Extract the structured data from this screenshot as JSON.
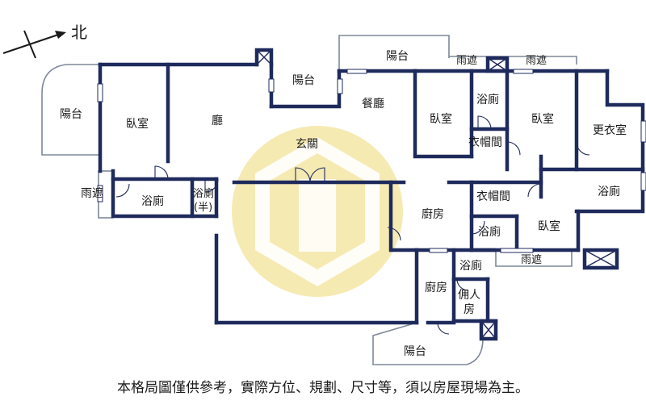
{
  "compass": {
    "label": "北"
  },
  "rooms": {
    "balcony_west": "陽台",
    "bedroom_1": "臥室",
    "living_room": "廳",
    "balcony_center": "陽台",
    "balcony_top": "陽台",
    "awning_top_1": "雨遮",
    "awning_top_2": "雨遮",
    "dining_room": "餐廳",
    "bedroom_2": "臥室",
    "bath_top": "浴廁",
    "bedroom_3": "臥室",
    "dressing_room": "更衣室",
    "closet_top": "衣帽間",
    "entrance": "玄關",
    "awning_left": "雨遮",
    "bath_left": "浴廁",
    "half_bath": "浴廁",
    "half_bath_note": "(半)",
    "kitchen_main": "廚房",
    "closet_mid": "衣帽間",
    "bath_right": "浴廁",
    "bath_mid": "浴廁",
    "bedroom_4": "臥室",
    "awning_bottom": "雨遮",
    "bath_servant": "浴廁",
    "kitchen_small": "廚房",
    "servant_room_1": "佣人",
    "servant_room_2": "房",
    "balcony_bottom": "陽台"
  },
  "watermark": {
    "color": "#f3e6a0"
  },
  "disclaimer": "本格局圖僅供參考，實際方位、規劃、尺寸等，須以房屋現場為主。"
}
